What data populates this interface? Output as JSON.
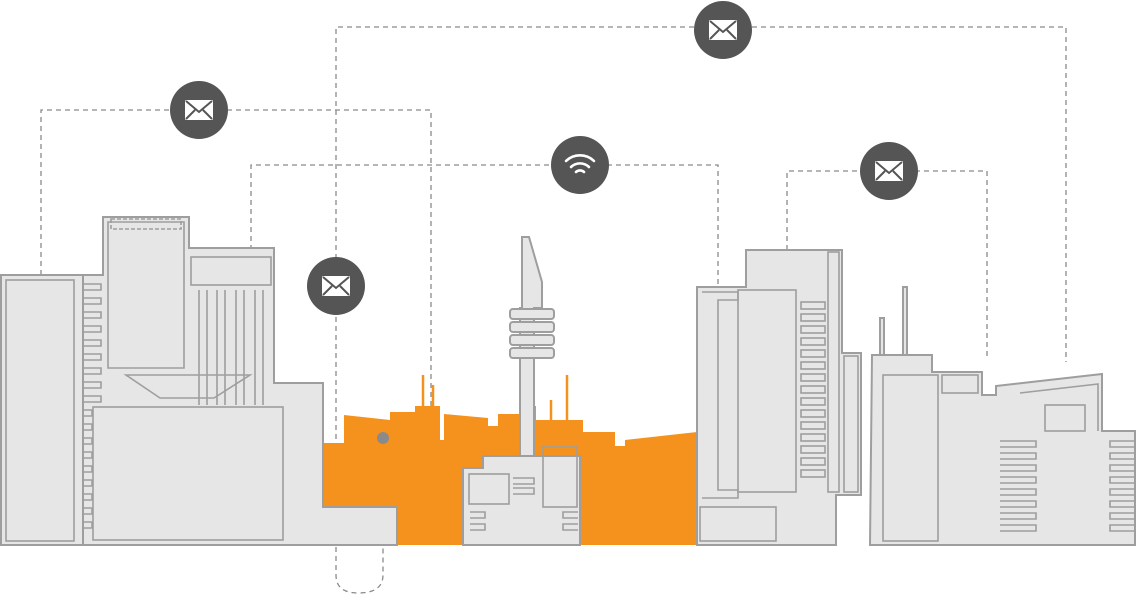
{
  "colors": {
    "accent": "#f5921e",
    "building_fill": "#e6e6e6",
    "building_stroke": "#9e9e9e",
    "badge": "#555555",
    "connector": "#8a8a8a"
  },
  "badges": [
    {
      "id": "mail-top",
      "icon": "envelope-icon"
    },
    {
      "id": "mail-left",
      "icon": "envelope-icon"
    },
    {
      "id": "wifi-center",
      "icon": "wifi-icon"
    },
    {
      "id": "mail-right",
      "icon": "envelope-icon"
    },
    {
      "id": "mail-mid",
      "icon": "envelope-icon"
    }
  ],
  "connection_endpoint": {
    "icon": "endpoint-dot"
  }
}
